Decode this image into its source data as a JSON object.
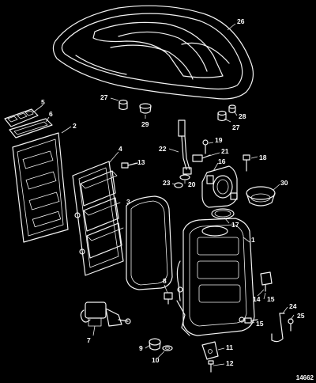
{
  "figure_number": "14662",
  "callouts": [
    "1",
    "2",
    "3",
    "4",
    "5",
    "6",
    "7",
    "8",
    "9",
    "10",
    "11",
    "12",
    "13",
    "14",
    "15",
    "16",
    "17",
    "18",
    "19",
    "20",
    "21",
    "22",
    "23",
    "24",
    "25",
    "26",
    "27",
    "28",
    "29",
    "30"
  ]
}
